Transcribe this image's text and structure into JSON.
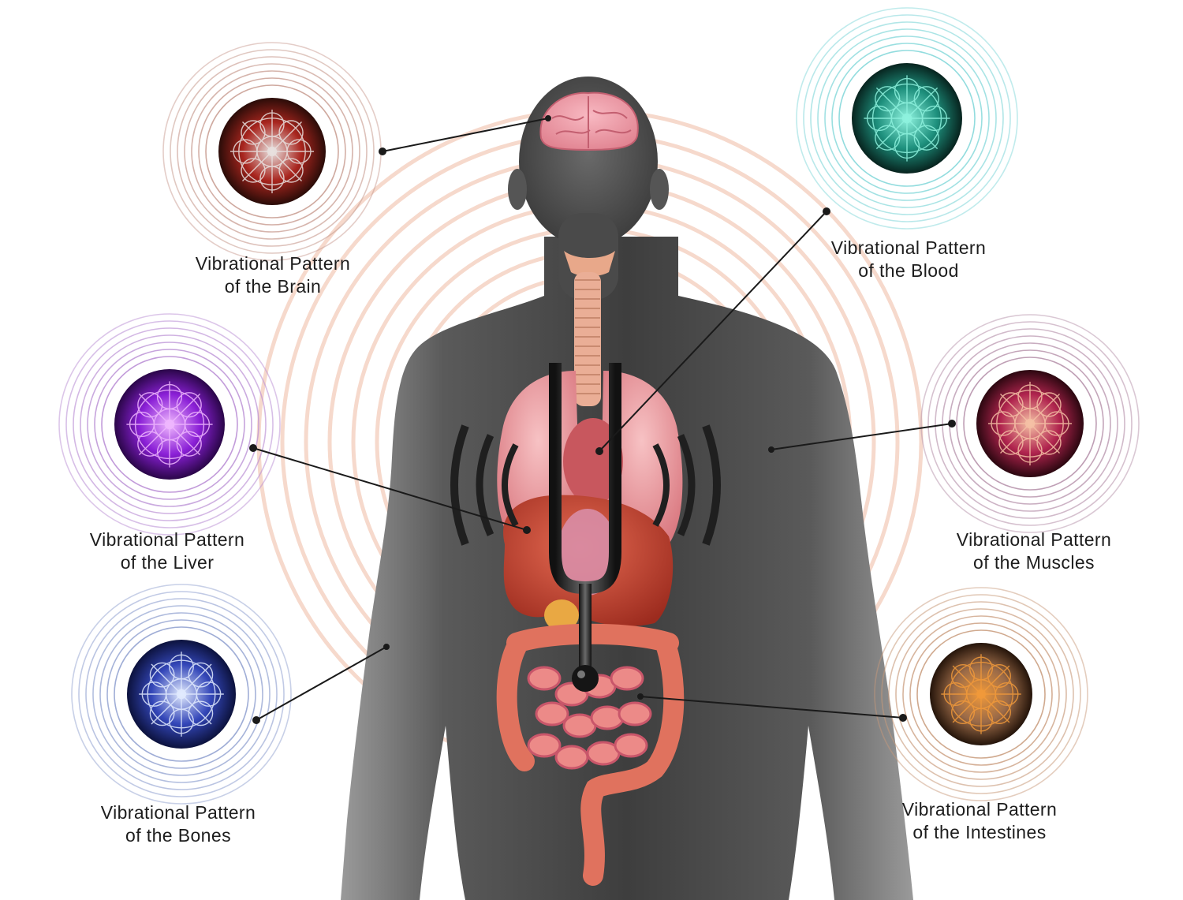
{
  "colors": {
    "background": "#ffffff",
    "body_gray": "#5c5c5c",
    "background_rings": "#f6d9cc",
    "brain": "#f3a1ad",
    "lungs": "#f0a2a6",
    "liver": "#cc4a36",
    "intestines": "#e8786c",
    "fork": "#1c1c1c",
    "leader_line": "#1a1a1a"
  },
  "patterns": [
    {
      "id": "brain",
      "line1": "Vibrational Pattern",
      "line2": "of the Brain",
      "ring_color": "#c79a8e",
      "core": "#e9e2e0",
      "mid": "#a8251e",
      "edge": "#2a0c08",
      "icon": "cymatic-pattern-icon"
    },
    {
      "id": "blood",
      "line1": "Vibrational Pattern",
      "line2": "of the Blood",
      "ring_color": "#7fd6d8",
      "core": "#8ff3df",
      "mid": "#1d8f7c",
      "edge": "#07231e",
      "icon": "cymatic-pattern-icon"
    },
    {
      "id": "liver",
      "line1": "Vibrational Pattern",
      "line2": "of the Liver",
      "ring_color": "#b78ad3",
      "core": "#f0b8ff",
      "mid": "#8a1fd6",
      "edge": "#2a0648",
      "icon": "cymatic-pattern-icon"
    },
    {
      "id": "muscles",
      "line1": "Vibrational Pattern",
      "line2": "of the Muscles",
      "ring_color": "#b48ea8",
      "core": "#f6c2a6",
      "mid": "#b0244e",
      "edge": "#2b0710",
      "icon": "cymatic-pattern-icon"
    },
    {
      "id": "bones",
      "line1": "Vibrational Pattern",
      "line2": "of the Bones",
      "ring_color": "#8e9fcf",
      "core": "#e3ecff",
      "mid": "#3346b8",
      "edge": "#0c123d",
      "icon": "cymatic-pattern-icon"
    },
    {
      "id": "intestines",
      "line1": "Vibrational Pattern",
      "line2": "of the Intestines",
      "ring_color": "#c89a7a",
      "core": "#f29a3a",
      "mid": "#9a6a48",
      "edge": "#24140a",
      "icon": "cymatic-pattern-icon"
    }
  ]
}
